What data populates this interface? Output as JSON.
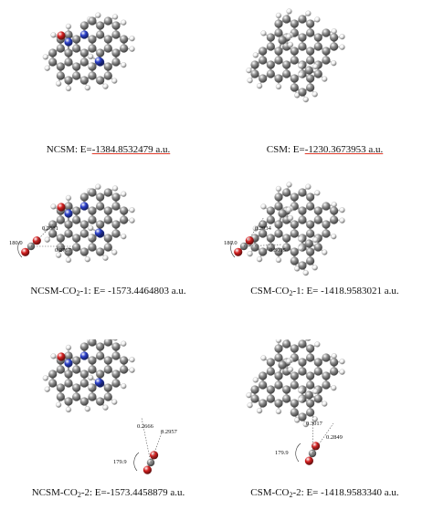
{
  "colors": {
    "carbon": "#8d8d8d",
    "hydrogen": "#f2f2f2",
    "nitrogen": "#2a3fc9",
    "oxygen": "#d41f1f",
    "underline": "#e03a2a"
  },
  "panels": [
    {
      "id": "ncsm",
      "caption": {
        "prefix": "NCSM",
        "sub": "",
        "suffix": ": E=",
        "energy": "-1384.8532479 a.u.",
        "underlined": true
      },
      "labels": []
    },
    {
      "id": "csm",
      "caption": {
        "prefix": "CSM",
        "sub": "",
        "suffix": ": E=",
        "energy": "-1230.3673953 a.u.",
        "underlined": true
      },
      "labels": []
    },
    {
      "id": "ncsm-co2-1",
      "caption": {
        "prefix": "NCSM-CO",
        "sub": "2",
        "suffix": "-1: E= ",
        "energy": "-1573.4464803 a.u.",
        "underlined": false
      },
      "labels": [
        "0.2631",
        "180.0",
        "0.2767"
      ]
    },
    {
      "id": "csm-co2-1",
      "caption": {
        "prefix": "CSM-CO",
        "sub": "2",
        "suffix": "-1: E= ",
        "energy": "-1418.9583021 a.u.",
        "underlined": false
      },
      "labels": [
        "0.2934",
        "180.0",
        "0.3015"
      ]
    },
    {
      "id": "ncsm-co2-2",
      "caption": {
        "prefix": "NCSM-CO",
        "sub": "2",
        "suffix": "-2: E=-",
        "energy": "1573.4458879 a.u.",
        "underlined": false
      },
      "labels": [
        "0.2666",
        "0.2957",
        "179.9"
      ]
    },
    {
      "id": "csm-co2-2",
      "caption": {
        "prefix": "CSM-CO",
        "sub": "2",
        "suffix": "-2: E= ",
        "energy": "-1418.9583340 a.u.",
        "underlined": false
      },
      "labels": [
        "0.3017",
        "0.2849",
        "179.9"
      ]
    }
  ]
}
